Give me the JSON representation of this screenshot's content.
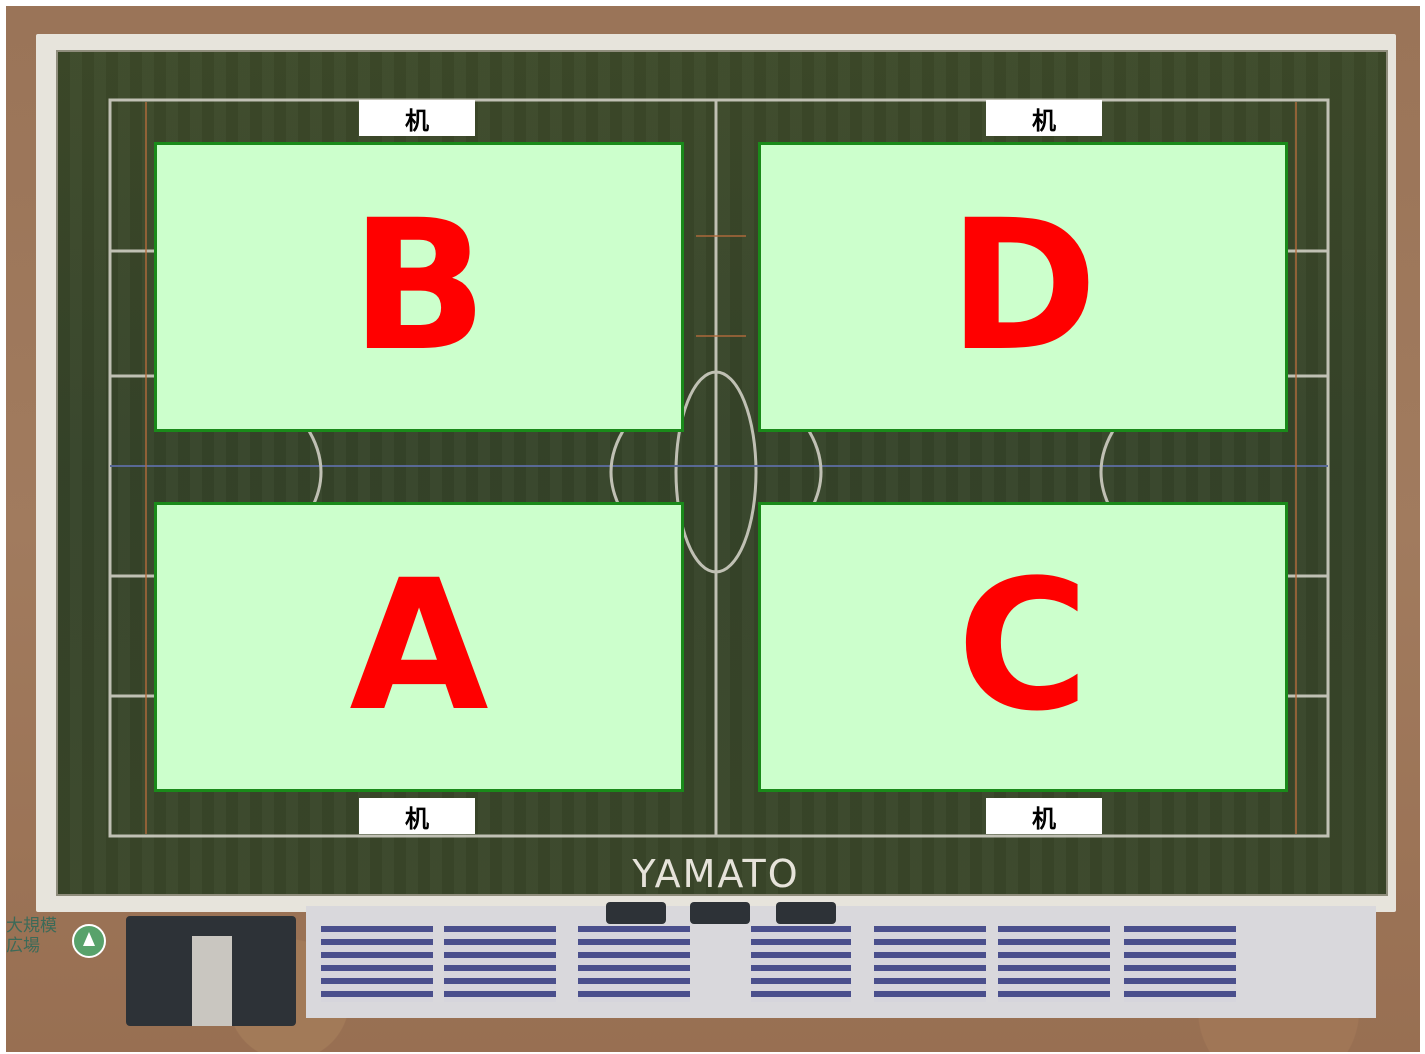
{
  "map": {
    "field_text": "YAMATO",
    "pin_label": "大規模\n広場",
    "zones": [
      {
        "id": "B",
        "label": "B"
      },
      {
        "id": "D",
        "label": "D"
      },
      {
        "id": "A",
        "label": "A"
      },
      {
        "id": "C",
        "label": "C"
      }
    ],
    "desks": [
      {
        "label": "机"
      },
      {
        "label": "机"
      },
      {
        "label": "机"
      },
      {
        "label": "机"
      }
    ],
    "colors": {
      "zone_fill": "#ccffcc",
      "zone_border": "#1a8a1a",
      "zone_text": "#ff0000",
      "desk_fill": "#ffffff",
      "turf": "#3a472a"
    }
  }
}
